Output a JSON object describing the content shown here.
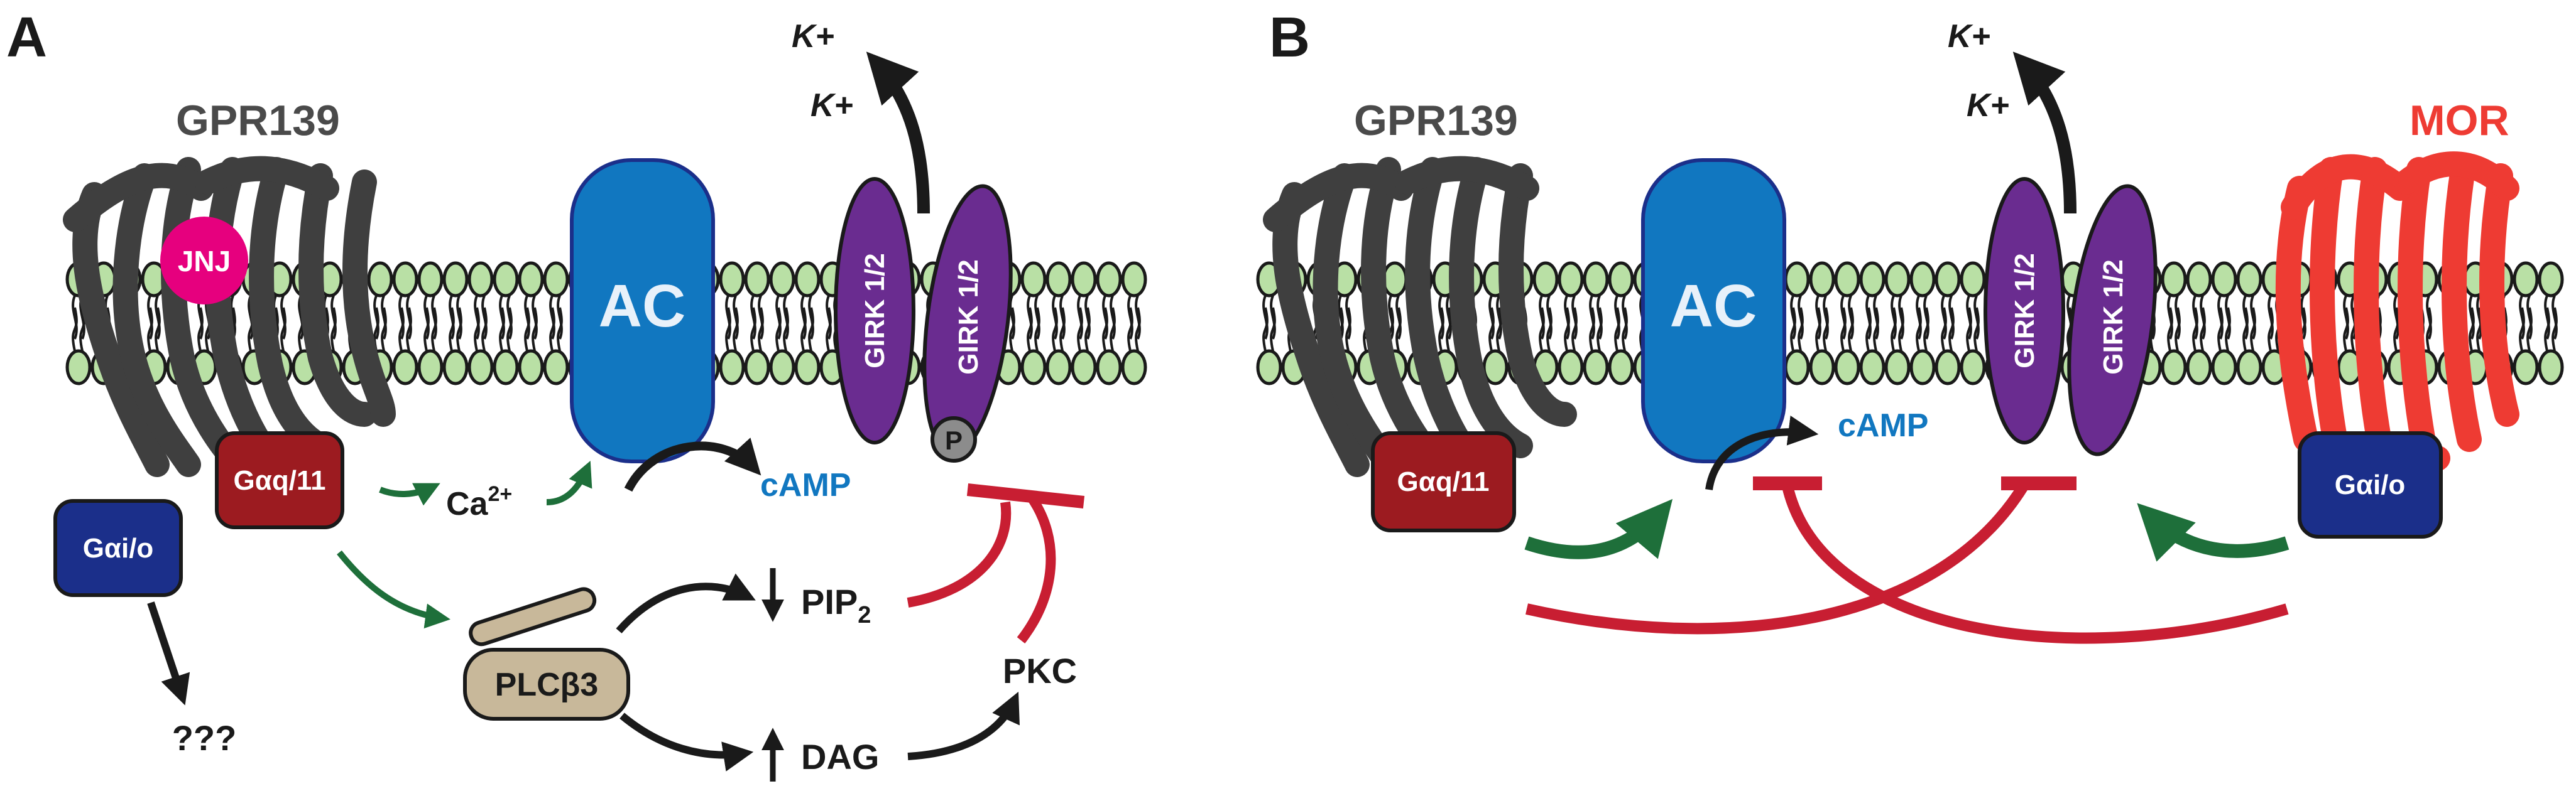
{
  "panels": {
    "A": {
      "label": "A",
      "receptor": "GPR139",
      "ligand": "JNJ",
      "g_q": {
        "prefix": "G",
        "greek": "α",
        "suffix": "q/11"
      },
      "g_i": {
        "prefix": "G",
        "greek": "α",
        "suffix": "i/o"
      },
      "ac": "AC",
      "girk1": "GIRK 1/2",
      "girk2": "GIRK 1/2",
      "phospho": "P",
      "k1": "K+",
      "k2": "K+",
      "ca": {
        "base": "Ca",
        "sup": "2+"
      },
      "camp": "cAMP",
      "plc": {
        "base": "PLC",
        "greek": "β",
        "suffix": "3"
      },
      "pip2": {
        "base": "PIP",
        "sub": "2"
      },
      "dag": "DAG",
      "pkc": "PKC",
      "unknown": "???"
    },
    "B": {
      "label": "B",
      "receptor": "GPR139",
      "mor": "MOR",
      "g_q": {
        "prefix": "G",
        "greek": "α",
        "suffix": "q/11"
      },
      "g_i": {
        "prefix": "G",
        "greek": "α",
        "suffix": "i/o"
      },
      "ac": "AC",
      "girk1": "GIRK 1/2",
      "girk2": "GIRK 1/2",
      "k1": "K+",
      "k2": "K+",
      "camp": "cAMP"
    }
  },
  "colors": {
    "receptor": "#3f3f3f",
    "mor": "#ee3b33",
    "lipid_head": "#b9e0a5",
    "ac": "#1177c0",
    "girk": "#6a2c90",
    "gq": "#9c1b20",
    "gi": "#1b2f8a",
    "jnj": "#e6007e",
    "plc": "#c8b89a",
    "activate": "#1e6f3a",
    "inhibit": "#c81e32",
    "camp_text": "#1177c0",
    "black": "#1a1a1a"
  }
}
